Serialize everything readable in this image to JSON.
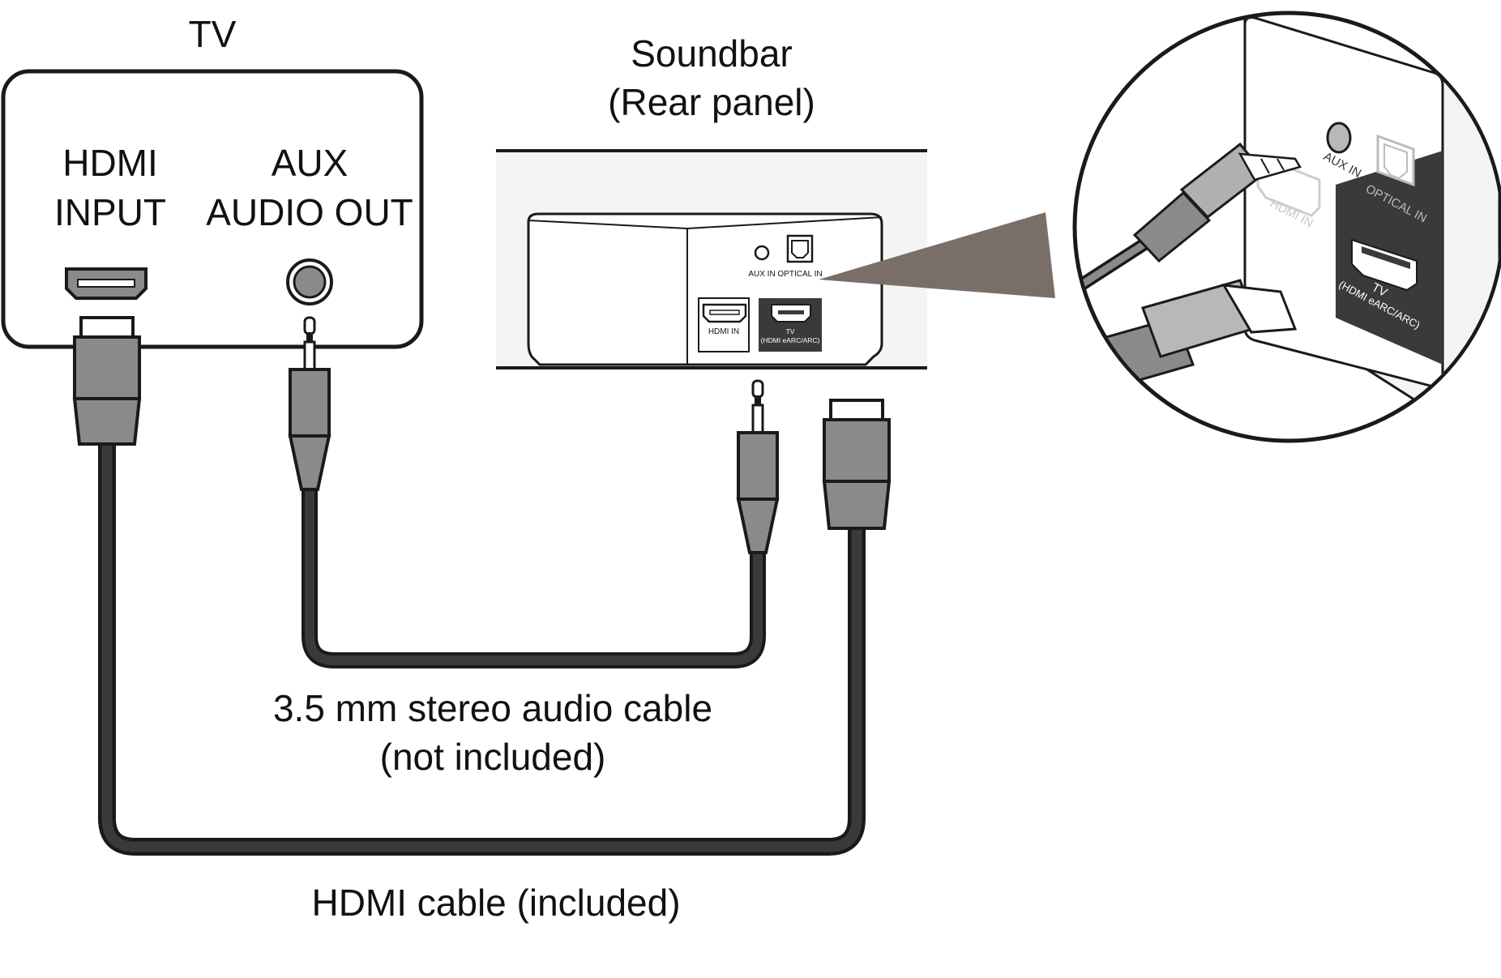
{
  "tv": {
    "title": "TV",
    "hdmi_label_1": "HDMI",
    "hdmi_label_2": "INPUT",
    "aux_label_1": "AUX",
    "aux_label_2": "AUDIO OUT"
  },
  "soundbar": {
    "title_1": "Soundbar",
    "title_2": "(Rear panel)",
    "aux_in": "AUX IN",
    "optical_in": "OPTICAL IN",
    "hdmi_in": "HDMI IN",
    "tv_port_1": "TV",
    "tv_port_2": "(HDMI eARC/ARC)"
  },
  "cables": {
    "audio_label_1": "3.5 mm stereo audio cable",
    "audio_label_2": "(not included)",
    "hdmi_label": "HDMI cable (included)"
  },
  "colors": {
    "line": "#1a1a1a",
    "plug_gray": "#8a8a8a",
    "panel_dark": "#3a3a3a",
    "zoom_wedge": "#7a6e68"
  }
}
